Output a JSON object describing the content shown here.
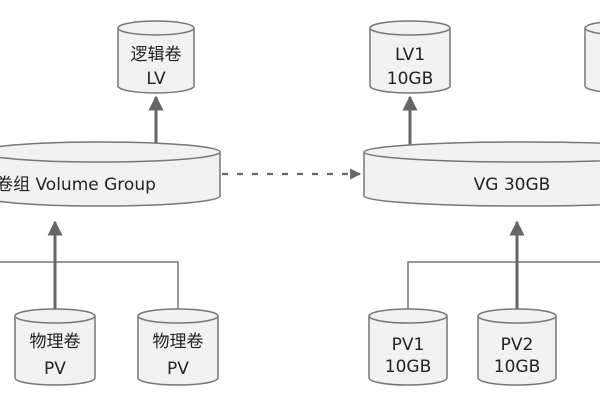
{
  "left": {
    "lv": {
      "line1": "逻辑卷",
      "line2": "LV"
    },
    "vg": {
      "label": "卷组 Volume Group"
    },
    "pvs": [
      {
        "line1": "物理卷",
        "line2": "PV"
      },
      {
        "line1": "物理卷",
        "line2": "PV"
      }
    ]
  },
  "right": {
    "lv1": {
      "line1": "LV1",
      "line2": "10GB"
    },
    "vg": {
      "label": "VG 30GB"
    },
    "pvs": [
      {
        "line1": "PV1",
        "line2": "10GB"
      },
      {
        "line1": "PV2",
        "line2": "10GB"
      }
    ]
  },
  "colors": {
    "stroke": "#777777",
    "fill": "#f2f2f2",
    "arrow": "#666666",
    "text": "#222222"
  }
}
